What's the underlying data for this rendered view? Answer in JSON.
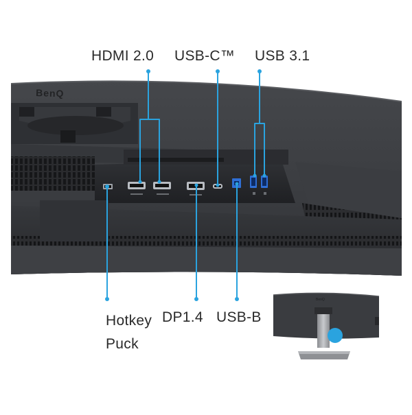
{
  "callouts": {
    "hdmi": "HDMI 2.0",
    "usbc": "USB-C™",
    "usb31": "USB 3.1",
    "hotkey_line1": "Hotkey",
    "hotkey_line2": "Puck",
    "dp": "DP1.4",
    "usbb": "USB-B"
  },
  "brand": {
    "logo_text": "BenQ"
  },
  "colors": {
    "accent": "#2aa3df",
    "monitor_body": "#3c3e42",
    "monitor_dark": "#2b2c2f",
    "background": "#ffffff",
    "stand": "#a7a9ad"
  }
}
